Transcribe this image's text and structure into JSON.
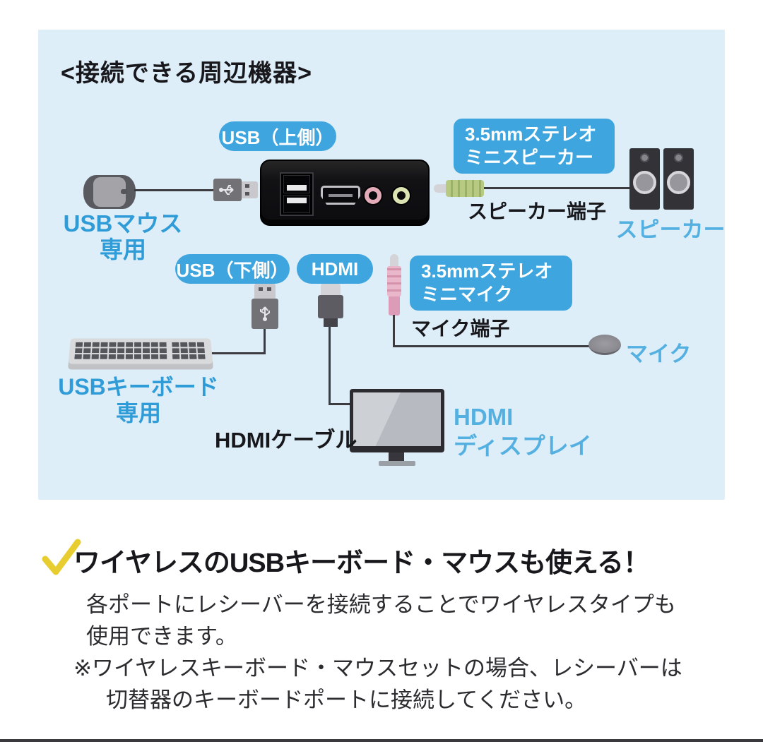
{
  "title": "<接続できる周辺機器>",
  "port_labels": {
    "usb_top": "USB（上側）",
    "usb_bottom": "USB（下側）",
    "hdmi": "HDMI",
    "speaker": {
      "line1": "3.5mmステレオ",
      "line2": "ミニスピーカー"
    },
    "mic": {
      "line1": "3.5mmステレオ",
      "line2": "ミニマイク"
    }
  },
  "jacks": {
    "speaker": "スピーカー端子",
    "mic": "マイク端子"
  },
  "devices": {
    "mouse": {
      "line1": "USBマウス",
      "line2": "専用"
    },
    "keyboard": {
      "line1": "USBキーボード",
      "line2": "専用"
    },
    "speakers": "スピーカー",
    "mic": "マイク",
    "display": {
      "line1": "HDMI",
      "line2": "ディスプレイ"
    },
    "hdmi_cable": "HDMIケーブル"
  },
  "note": {
    "heading": "ワイヤレスのUSBキーボード・マウスも使える！",
    "line1": "各ポートにレシーバーを接続することでワイヤレスタイプも",
    "line2": "使用できます。",
    "line3": "※ワイヤレスキーボード・マウスセットの場合、レシーバーは",
    "line4": "切替器のキーボードポートに接続してください。"
  },
  "colors": {
    "panel_bg": "#ddeef8",
    "label_bg": "#3fa5df",
    "label_text": "#ffffff",
    "caption_blue": "#2f9cd8",
    "device_blue": "#55b0e2",
    "text_dark": "#17171c",
    "check_yellow": "#e7cd2f",
    "cable": "#3c3c40"
  }
}
